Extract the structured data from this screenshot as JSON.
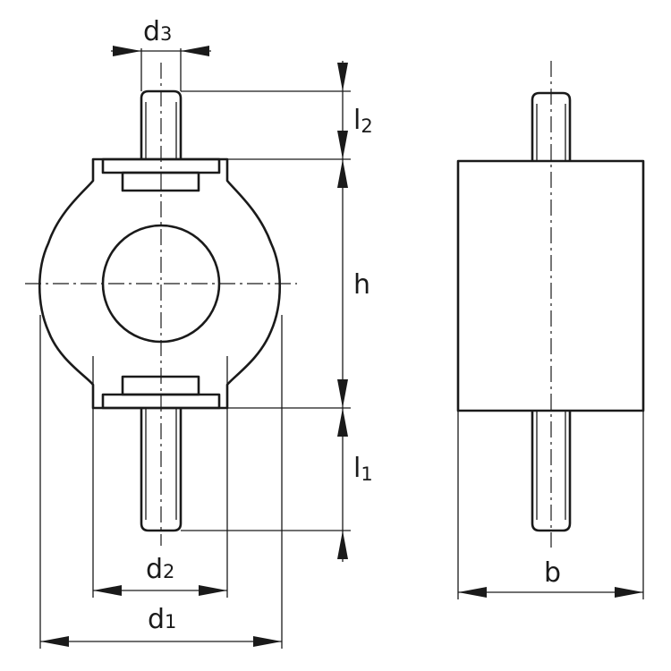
{
  "labels": {
    "d3": {
      "main": "d",
      "sub": "3"
    },
    "l2": {
      "main": "l",
      "sub": "2"
    },
    "h": {
      "main": "h"
    },
    "l1": {
      "main": "l",
      "sub": "1"
    },
    "d2": {
      "main": "d",
      "sub": "2"
    },
    "d1": {
      "main": "d",
      "sub": "1"
    },
    "b": {
      "main": "b"
    }
  },
  "colors": {
    "body_fill": "#dcdcdc",
    "line": "#1a1a1a",
    "background": "#ffffff"
  }
}
